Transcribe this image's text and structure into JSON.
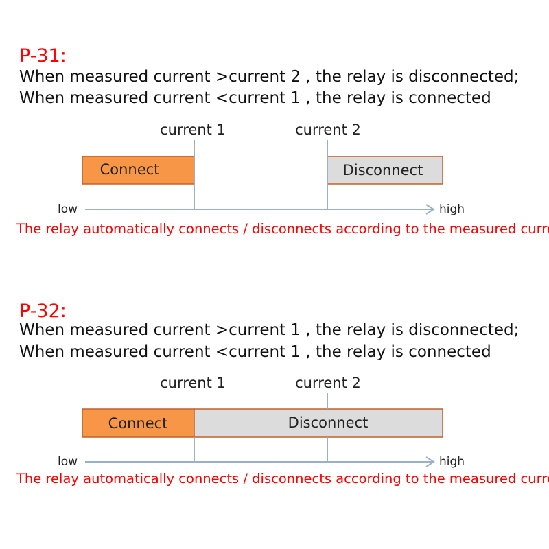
{
  "sections": [
    {
      "code": "P-31:",
      "line1": "When measured current >current 2 , the relay is disconnected;",
      "line2": "When measured current <current 1 , the relay is connected",
      "marker1": "current 1",
      "marker2": "current 2",
      "box_connect": "Connect",
      "box_disconnect": "Disconnect",
      "axis_low": "low",
      "axis_high": "high",
      "note": "The relay automatically connects / disconnects according to the measured current"
    },
    {
      "code": "P-32:",
      "line1": "When measured current >current 1 , the relay is disconnected;",
      "line2": "When measured current <current 1 , the relay is connected",
      "marker1": "current 1",
      "marker2": "current 2",
      "box_connect": "Connect",
      "box_disconnect": "Disconnect",
      "axis_low": "low",
      "axis_high": "high",
      "note": "The relay automatically connects / disconnects according to the measured current"
    }
  ],
  "colors": {
    "code_red": "#ff0000",
    "connect_fill": "#f79646",
    "connect_border": "#c0602a",
    "disconnect_fill": "#dcdcdc",
    "disconnect_border": "#c0602a",
    "axis": "#9ab0c6",
    "marker_line": "#9ab0c6"
  }
}
